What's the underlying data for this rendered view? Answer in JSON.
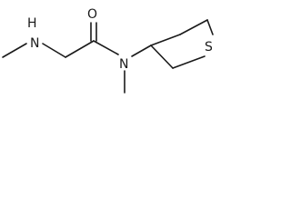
{
  "molecule": {
    "atoms": {
      "nh": "H",
      "n1": "N",
      "o": "O",
      "n2": "N",
      "s": "S"
    }
  }
}
